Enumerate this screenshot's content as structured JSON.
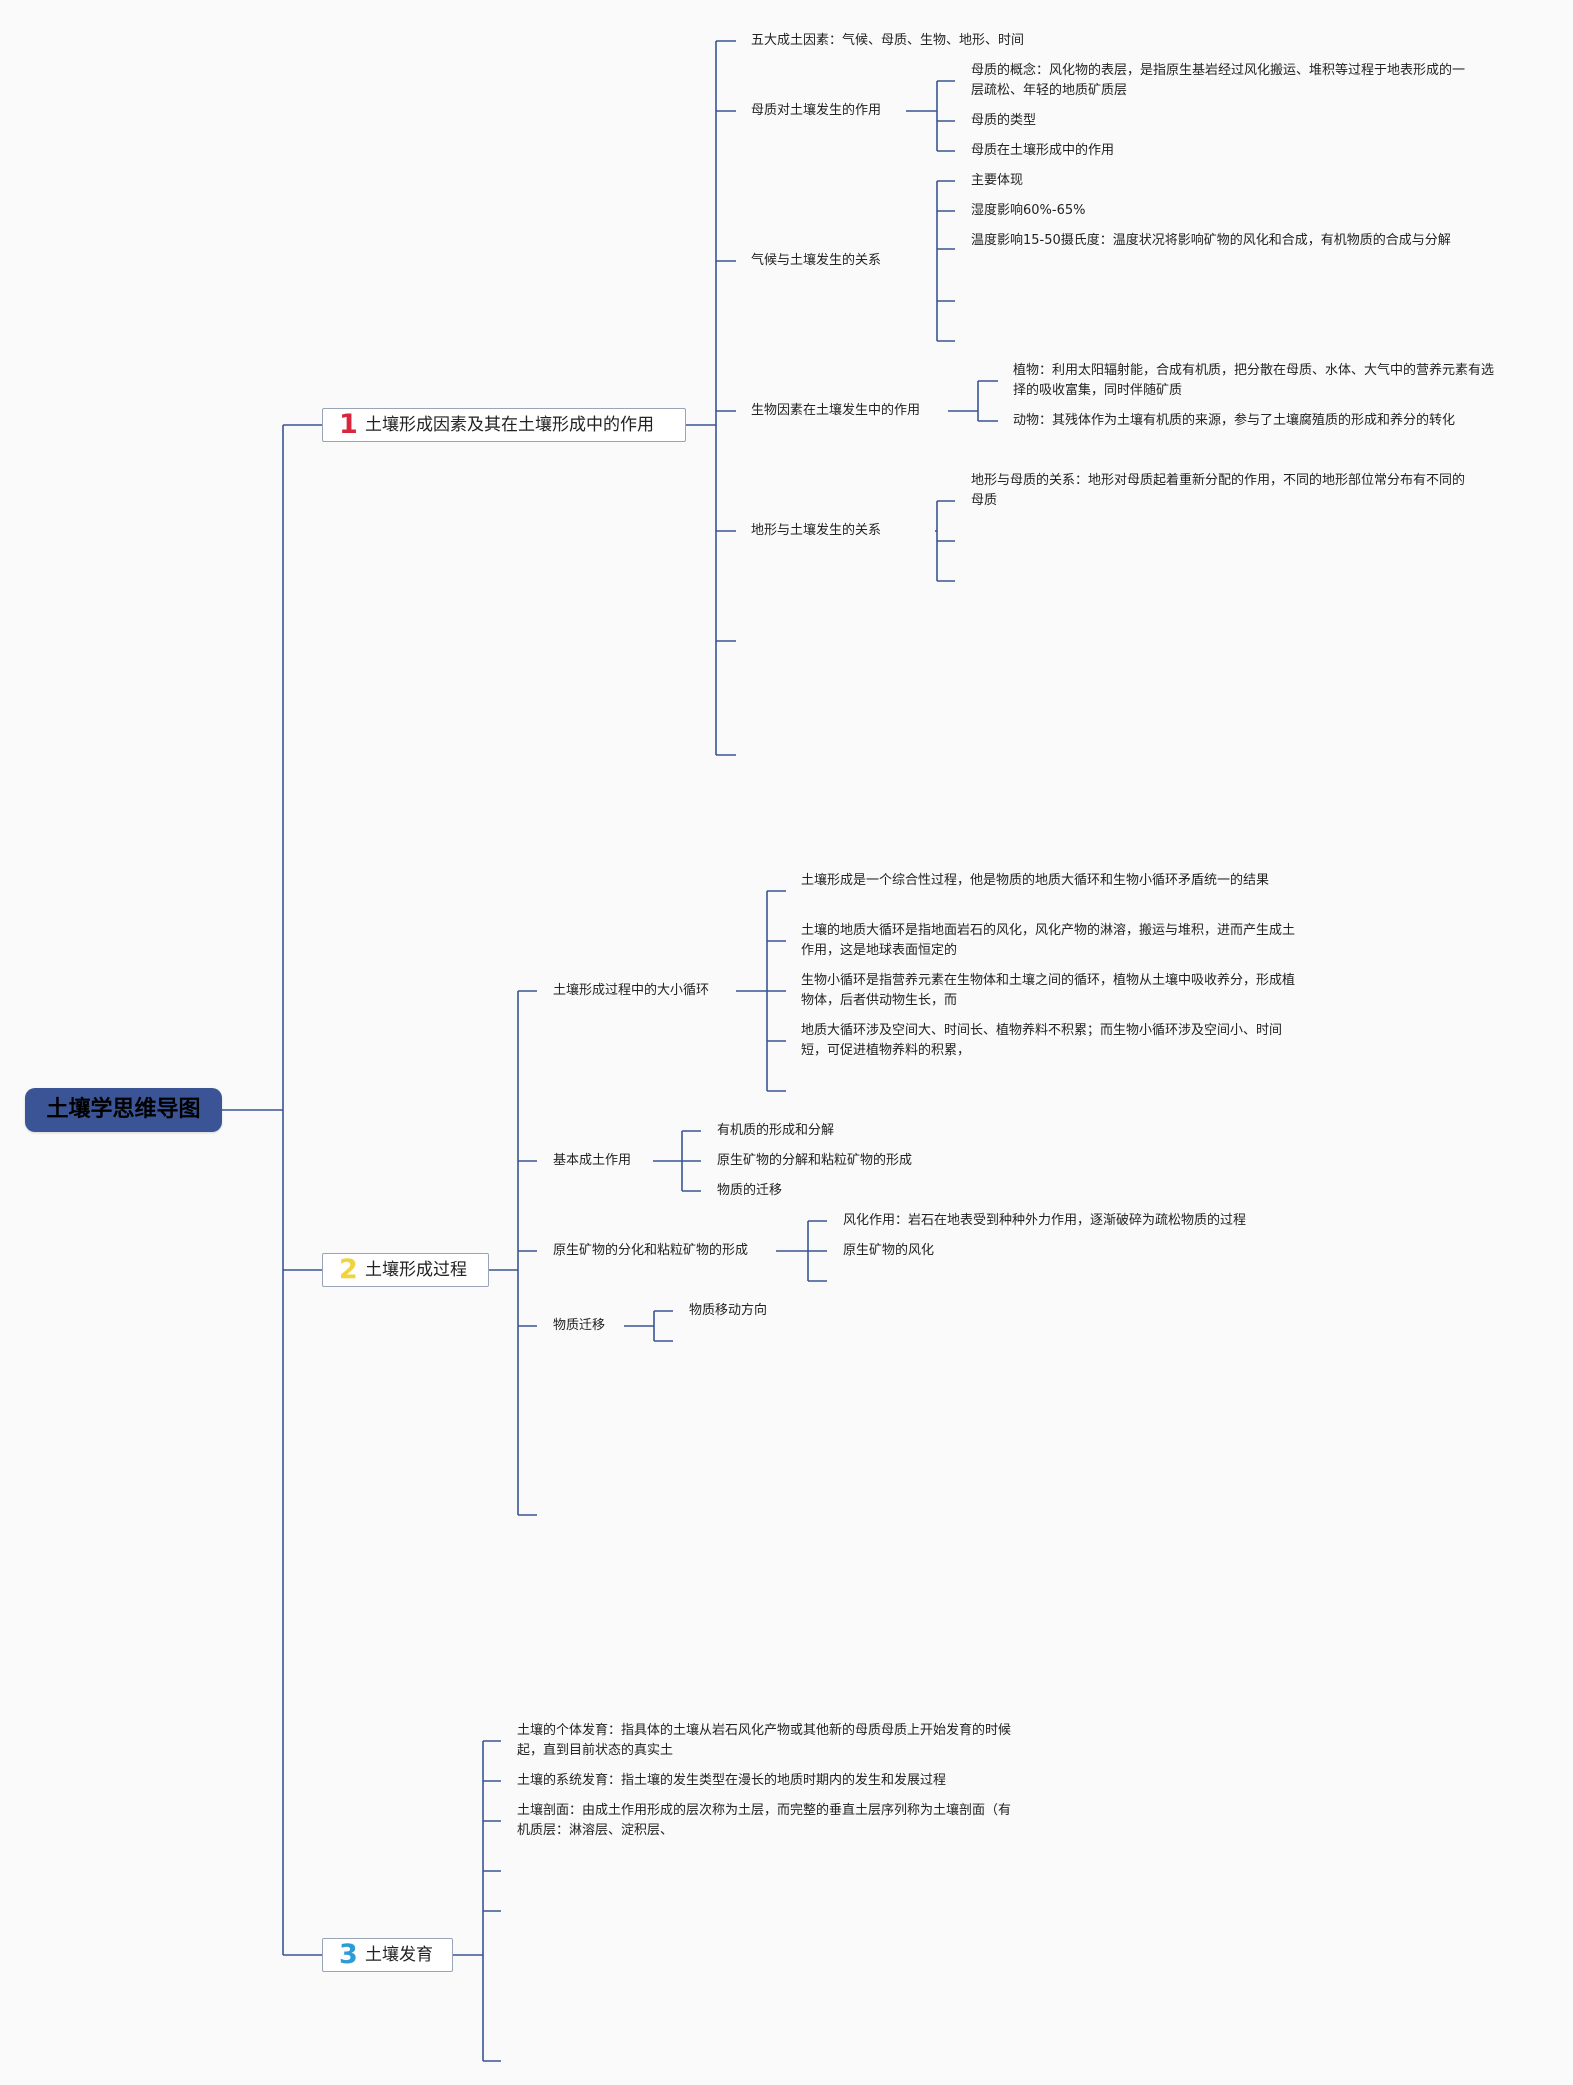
{
  "root": {
    "title": "土壤学思维导图"
  },
  "branches": [
    {
      "num": "1",
      "num_color": "#d9263f",
      "title": "土壤形成因素及其在土壤形成中的作用",
      "children": [
        {
          "text": "五大成土因素：气候、母质、生物、地形、时间"
        },
        {
          "text": "母质对土壤发生的作用",
          "children": [
            "母质的概念：风化物的表层，是指原生基岩经过风化搬运、堆积等过程于地表形成的一层疏松、年轻的地质矿质层",
            "母质的类型",
            "母质在土壤形成中的作用"
          ]
        },
        {
          "text": "气候与土壤发生的关系",
          "children": [
            "主要体现",
            "湿度影响60%-65%",
            "温度影响15-50摄氏度：温度状况将影响矿物的风化和合成，有机物质的合成与分解",
            "",
            ""
          ]
        },
        {
          "text": "生物因素在土壤发生中的作用",
          "children": [
            "植物：利用太阳辐射能，合成有机质，把分散在母质、水体、大气中的营养元素有选择的吸收富集，同时伴随矿质",
            "动物：其残体作为土壤有机质的来源，参与了土壤腐殖质的形成和养分的转化"
          ]
        },
        {
          "text": "地形与土壤发生的关系",
          "children": [
            "地形与母质的关系：地形对母质起着重新分配的作用，不同的地形部位常分布有不同的母质",
            "",
            ""
          ]
        }
      ]
    },
    {
      "num": "2",
      "num_color": "#f2d33d",
      "title": "土壤形成过程",
      "children": [
        {
          "text": "土壤形成过程中的大小循环",
          "children": [
            "土壤形成是一个综合性过程，他是物质的地质大循环和生物小循环矛盾统一的结果",
            "土壤的地质大循环是指地面岩石的风化，风化产物的淋溶，搬运与堆积，进而产生成土作用，这是地球表面恒定的",
            "生物小循环是指营养元素在生物体和土壤之间的循环，植物从土壤中吸收养分，形成植物体，后者供动物生长，而",
            "地质大循环涉及空间大、时间长、植物养料不积累；而生物小循环涉及空间小、时间短，可促进植物养料的积累，"
          ]
        },
        {
          "text": "基本成土作用",
          "children": [
            "有机质的形成和分解",
            "原生矿物的分解和粘粒矿物的形成",
            "物质的迁移"
          ]
        },
        {
          "text": "原生矿物的分化和粘粒矿物的形成",
          "children": [
            "风化作用：岩石在地表受到种种外力作用，逐渐破碎为疏松物质的过程",
            "原生矿物的风化"
          ]
        },
        {
          "text": "物质迁移",
          "children": [
            "物质移动方向"
          ]
        }
      ]
    },
    {
      "num": "3",
      "num_color": "#2f9bd6",
      "title": "土壤发育",
      "children": [
        {
          "text": "土壤的个体发育：指具体的土壤从岩石风化产物或其他新的母质母质上开始发育的时候起，直到目前状态的真实土"
        },
        {
          "text": "土壤的系统发育：指土壤的发生类型在漫长的地质时期内的发生和发展过程"
        },
        {
          "text": "土壤剖面：由成土作用形成的层次称为土层，而完整的垂直土层序列称为土壤剖面（有机质层：淋溶层、淀积层、"
        }
      ]
    }
  ],
  "line_color": "#3a5495"
}
